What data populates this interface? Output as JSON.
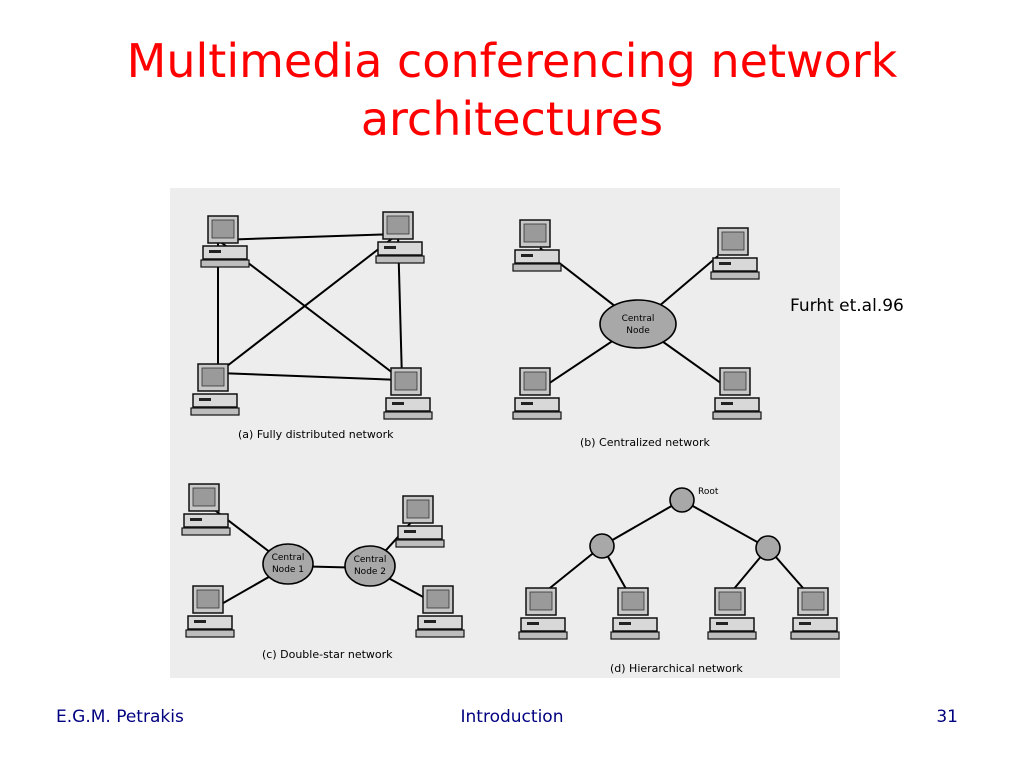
{
  "slide": {
    "title_line1": "Multimedia conferencing network",
    "title_line2": "architectures",
    "credit": "Furht et.al.96"
  },
  "diagrams": {
    "fully_distributed": {
      "caption": "(a) Fully distributed network"
    },
    "centralized": {
      "caption": "(b) Centralized network",
      "node_label_1": "Central",
      "node_label_2": "Node"
    },
    "double_star": {
      "caption": "(c) Double-star network",
      "node1_label_1": "Central",
      "node1_label_2": "Node 1",
      "node2_label_1": "Central",
      "node2_label_2": "Node 2"
    },
    "hierarchical": {
      "caption": "(d) Hierarchical network",
      "root_label": "Root"
    }
  },
  "footer": {
    "author": "E.G.M. Petrakis",
    "section": "Introduction",
    "page": "31"
  },
  "colors": {
    "title": "#ff0000",
    "footer": "#000080"
  }
}
